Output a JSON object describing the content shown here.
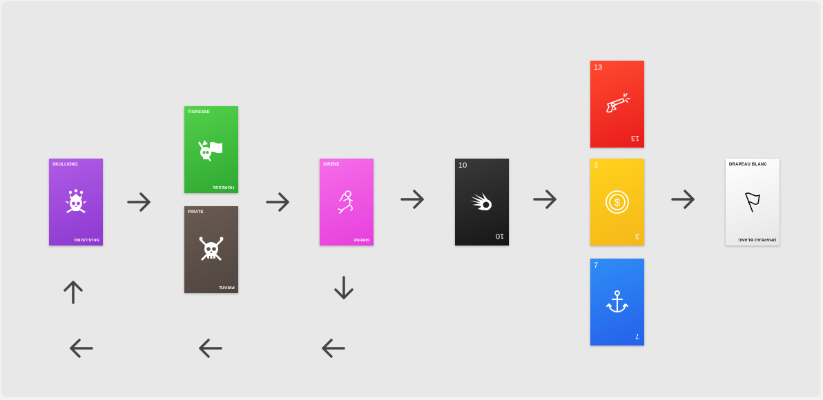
{
  "cards": {
    "skullking": {
      "label": "SKULLKING",
      "icon": "skull-crown-icon",
      "color": "#9b46db"
    },
    "tigresse": {
      "label": "TIGRESSE",
      "icon": "pirate-flag-icon",
      "color": "#3dbb3d"
    },
    "pirate": {
      "label": "PIRATE",
      "icon": "skull-crossbones-icon",
      "color": "#5c5049"
    },
    "sirene": {
      "label": "SIRENE",
      "icon": "mermaid-icon",
      "color": "#ee55e2"
    },
    "black": {
      "value": "10",
      "icon": "cannonball-icon",
      "color": "#222222"
    },
    "red": {
      "value": "13",
      "icon": "pistol-icon",
      "color": "#f3281f"
    },
    "yellow": {
      "value": "3",
      "icon": "coin-icon",
      "color": "#fbc31c"
    },
    "blue": {
      "value": "7",
      "icon": "anchor-icon",
      "color": "#2a70ee"
    },
    "white": {
      "label": "DRAPEAU BLANC",
      "icon": "white-flag-icon",
      "color": "#f2f2f2"
    }
  },
  "arrows": {
    "color": "#444444"
  }
}
